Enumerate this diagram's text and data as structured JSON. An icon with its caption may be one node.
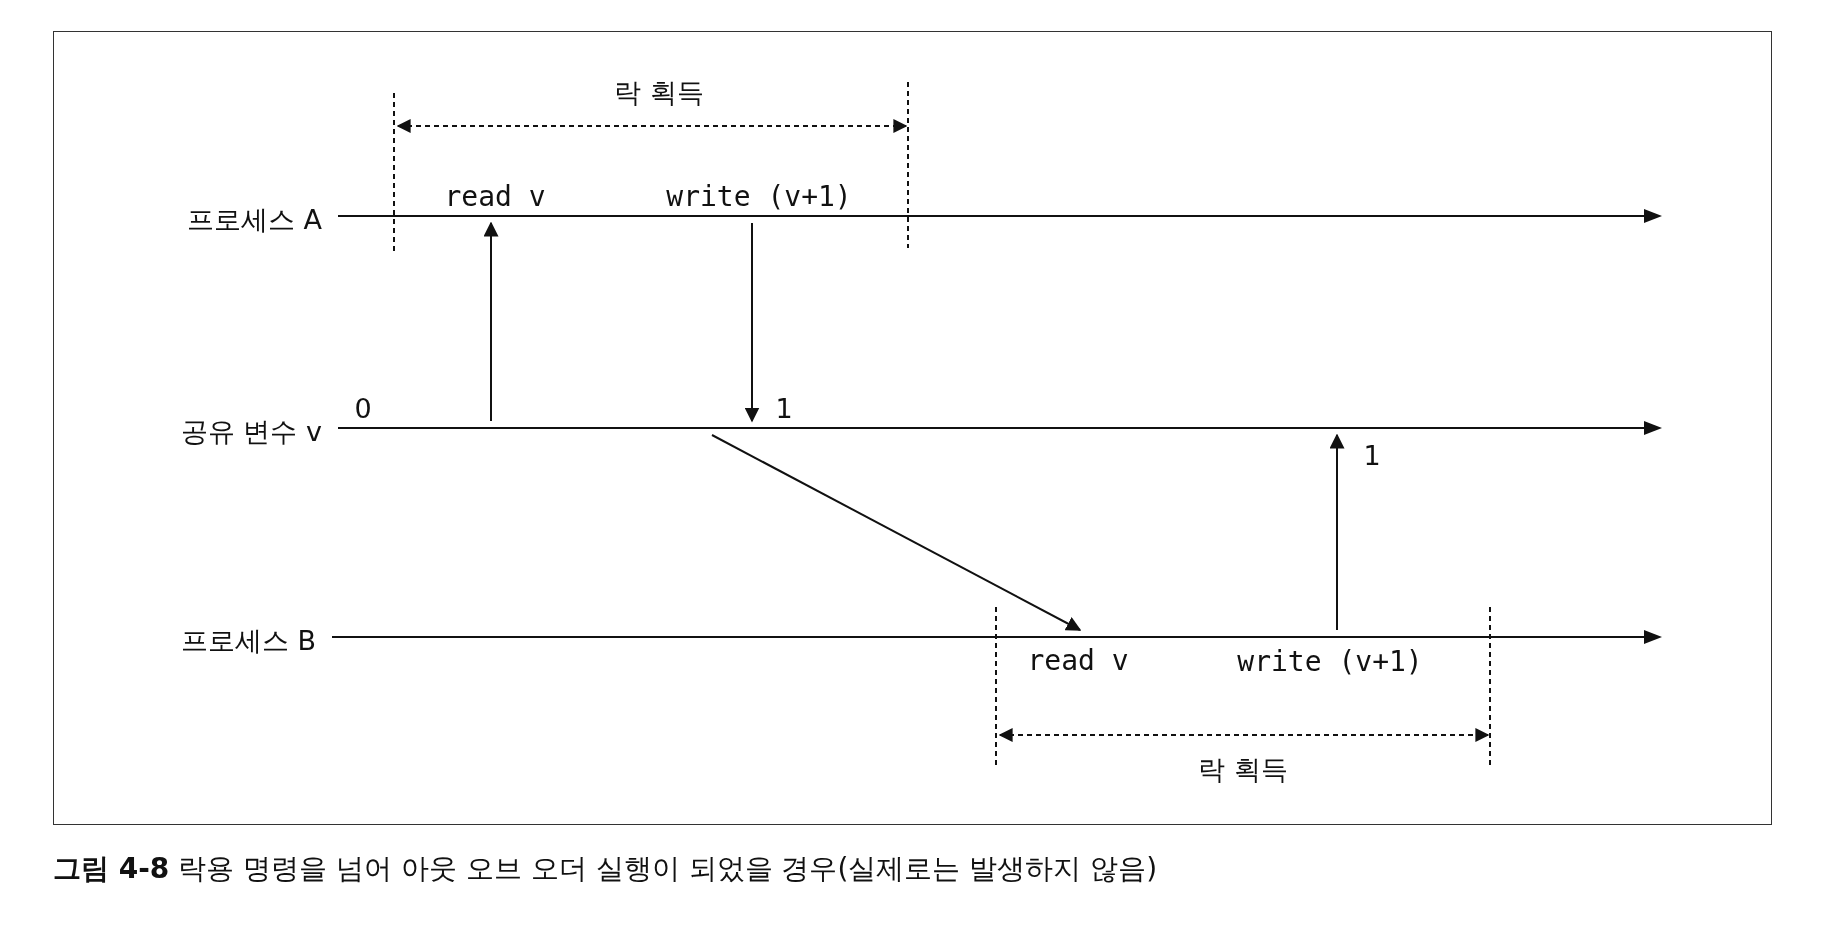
{
  "diagram": {
    "caption": "**그림 4-8** 락용 명령을 넘어 아웃 오브 오더 실행이 되었을 경우(실제로는 발생하지 않음)",
    "nodes": [
      {
        "text": [],
        "shape": "line",
        "beside": [
          "프로세스 A"
        ]
      },
      {
        "text": [],
        "shape": "line",
        "beside": [
          "공유 변수 v"
        ]
      },
      {
        "text": [],
        "shape": "line",
        "beside": [
          "프로세스 B"
        ]
      }
    ],
    "edges": [
      {
        "from": 1,
        "to": 0,
        "arrow": "to"
      },
      {
        "from": 0,
        "to": 1,
        "arrow": "to"
      },
      {
        "from": 1,
        "to": 2,
        "arrow": "to"
      },
      {
        "from": 2,
        "to": 1,
        "arrow": "to"
      }
    ],
    "labels": [
      "락 획득",
      "read v",
      "write (v+1)",
      "0",
      "1",
      "1",
      "read v",
      "write (v+1)",
      "락 획득"
    ]
  }
}
